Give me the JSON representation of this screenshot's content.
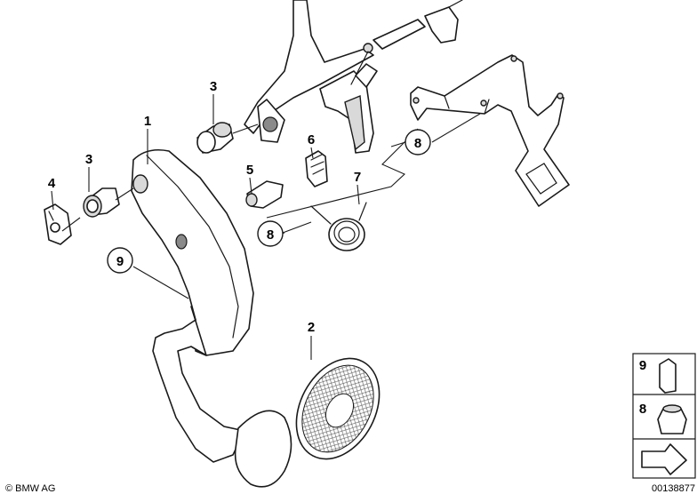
{
  "callouts": [
    {
      "id": "1",
      "label": "1"
    },
    {
      "id": "2",
      "label": "2"
    },
    {
      "id": "3a",
      "label": "3"
    },
    {
      "id": "3b",
      "label": "3"
    },
    {
      "id": "4",
      "label": "4"
    },
    {
      "id": "5",
      "label": "5"
    },
    {
      "id": "6",
      "label": "6"
    },
    {
      "id": "7",
      "label": "7"
    },
    {
      "id": "8a",
      "label": "8"
    },
    {
      "id": "8b",
      "label": "8"
    },
    {
      "id": "9",
      "label": "9"
    }
  ],
  "legend": {
    "item_9": "9",
    "item_8": "8"
  },
  "footer": {
    "copyright": "© BMW AG",
    "diagram_id": "00138877"
  }
}
